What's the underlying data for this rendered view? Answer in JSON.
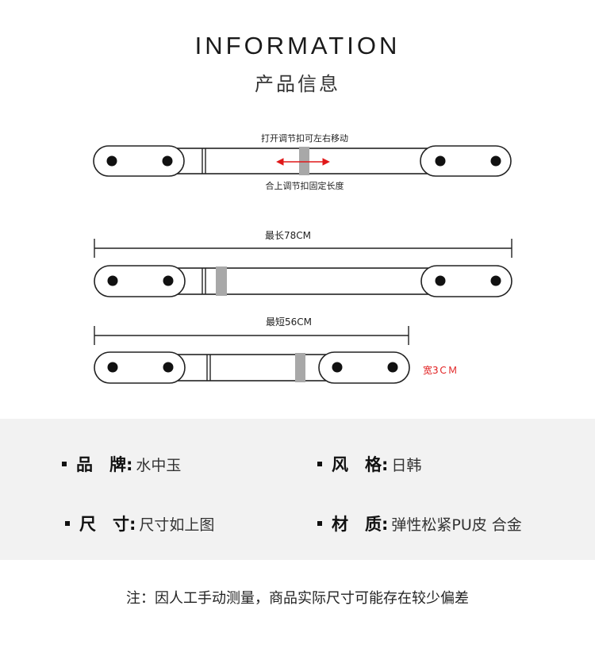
{
  "header": {
    "title_en": "INFORMATION",
    "title_cn": "产品信息"
  },
  "diagram": {
    "adjust_open_text": "打开调节扣可左右移动",
    "adjust_close_text": "合上调节扣固定长度",
    "max_length_label": "最长78CM",
    "min_length_label": "最短56CM",
    "width_label": "宽3ＣＭ",
    "slider_color": "#a8a8a8",
    "arrow_color": "#e0191a"
  },
  "specs": [
    {
      "label": "品　牌:",
      "value": "水中玉"
    },
    {
      "label": "风　格:",
      "value": "日韩"
    },
    {
      "label": "尺　寸:",
      "value": "尺寸如上图"
    },
    {
      "label": "材　质:",
      "value": "弹性松紧PU皮 合金"
    }
  ],
  "note": "注：因人工手动测量，商品实际尺寸可能存在较少偏差"
}
